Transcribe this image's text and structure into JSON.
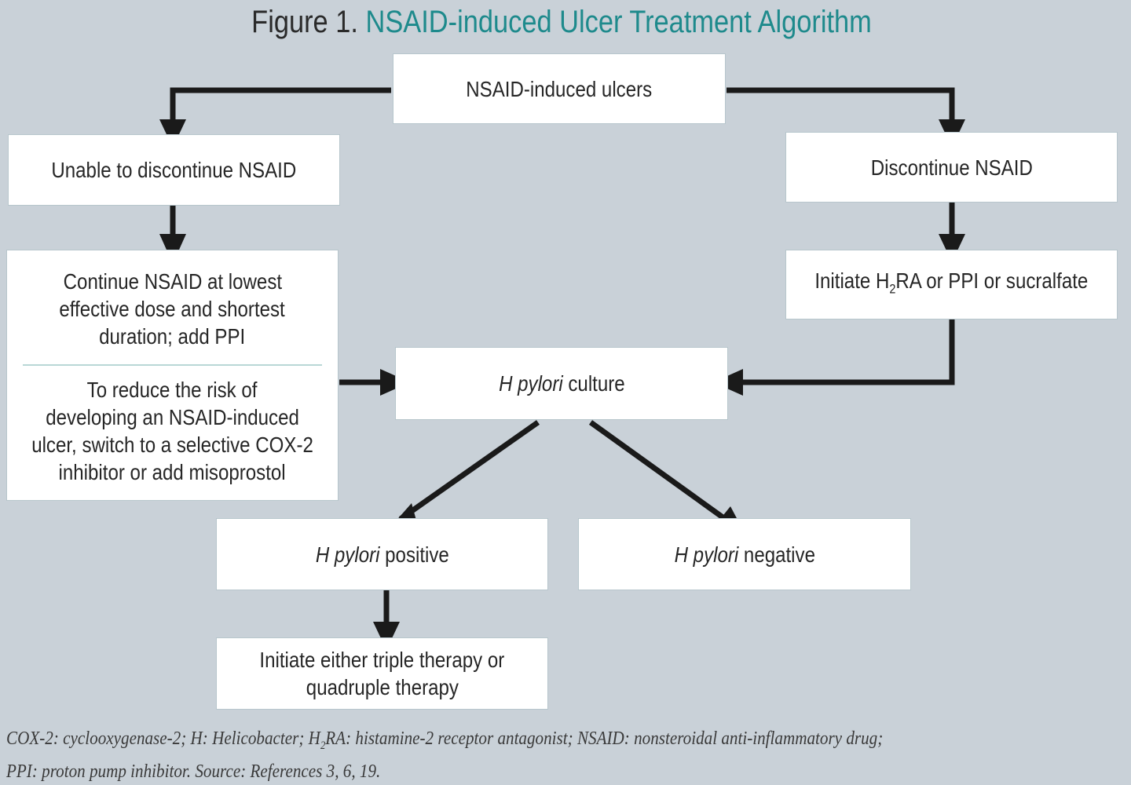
{
  "title": {
    "prefix": "Figure 1.",
    "main": "NSAID-induced Ulcer Treatment Algorithm"
  },
  "nodes": {
    "root": "NSAID-induced ulcers",
    "unable": "Unable to discontinue NSAID",
    "discontinue": "Discontinue NSAID",
    "continue_lines": [
      "Continue NSAID at lowest",
      "effective dose and shortest",
      "duration; add PPI"
    ],
    "reduce_lines": [
      "To reduce the risk of",
      "developing an NSAID-induced",
      "ulcer, switch to a selective COX-2",
      "inhibitor or add misoprostol"
    ],
    "initiate_h2": {
      "pre": "Initiate H",
      "sub": "2",
      "post": "RA or PPI or sucralfate"
    },
    "culture": {
      "ital": "H pylori",
      "rest": " culture"
    },
    "positive": {
      "ital": "H pylori",
      "rest": " positive"
    },
    "negative": {
      "ital": "H pylori",
      "rest": " negative"
    },
    "therapy_lines": [
      "Initiate either triple therapy or",
      "quadruple therapy"
    ]
  },
  "footnote": {
    "line1_pre": "COX-2: cyclooxygenase-2; H: Helicobacter; H",
    "line1_sub": "2",
    "line1_post": "RA: histamine-2 receptor antagonist; NSAID: nonsteroidal anti-inflammatory drug;",
    "line2": "PPI: proton pump inhibitor. Source: References 3, 6, 19."
  }
}
